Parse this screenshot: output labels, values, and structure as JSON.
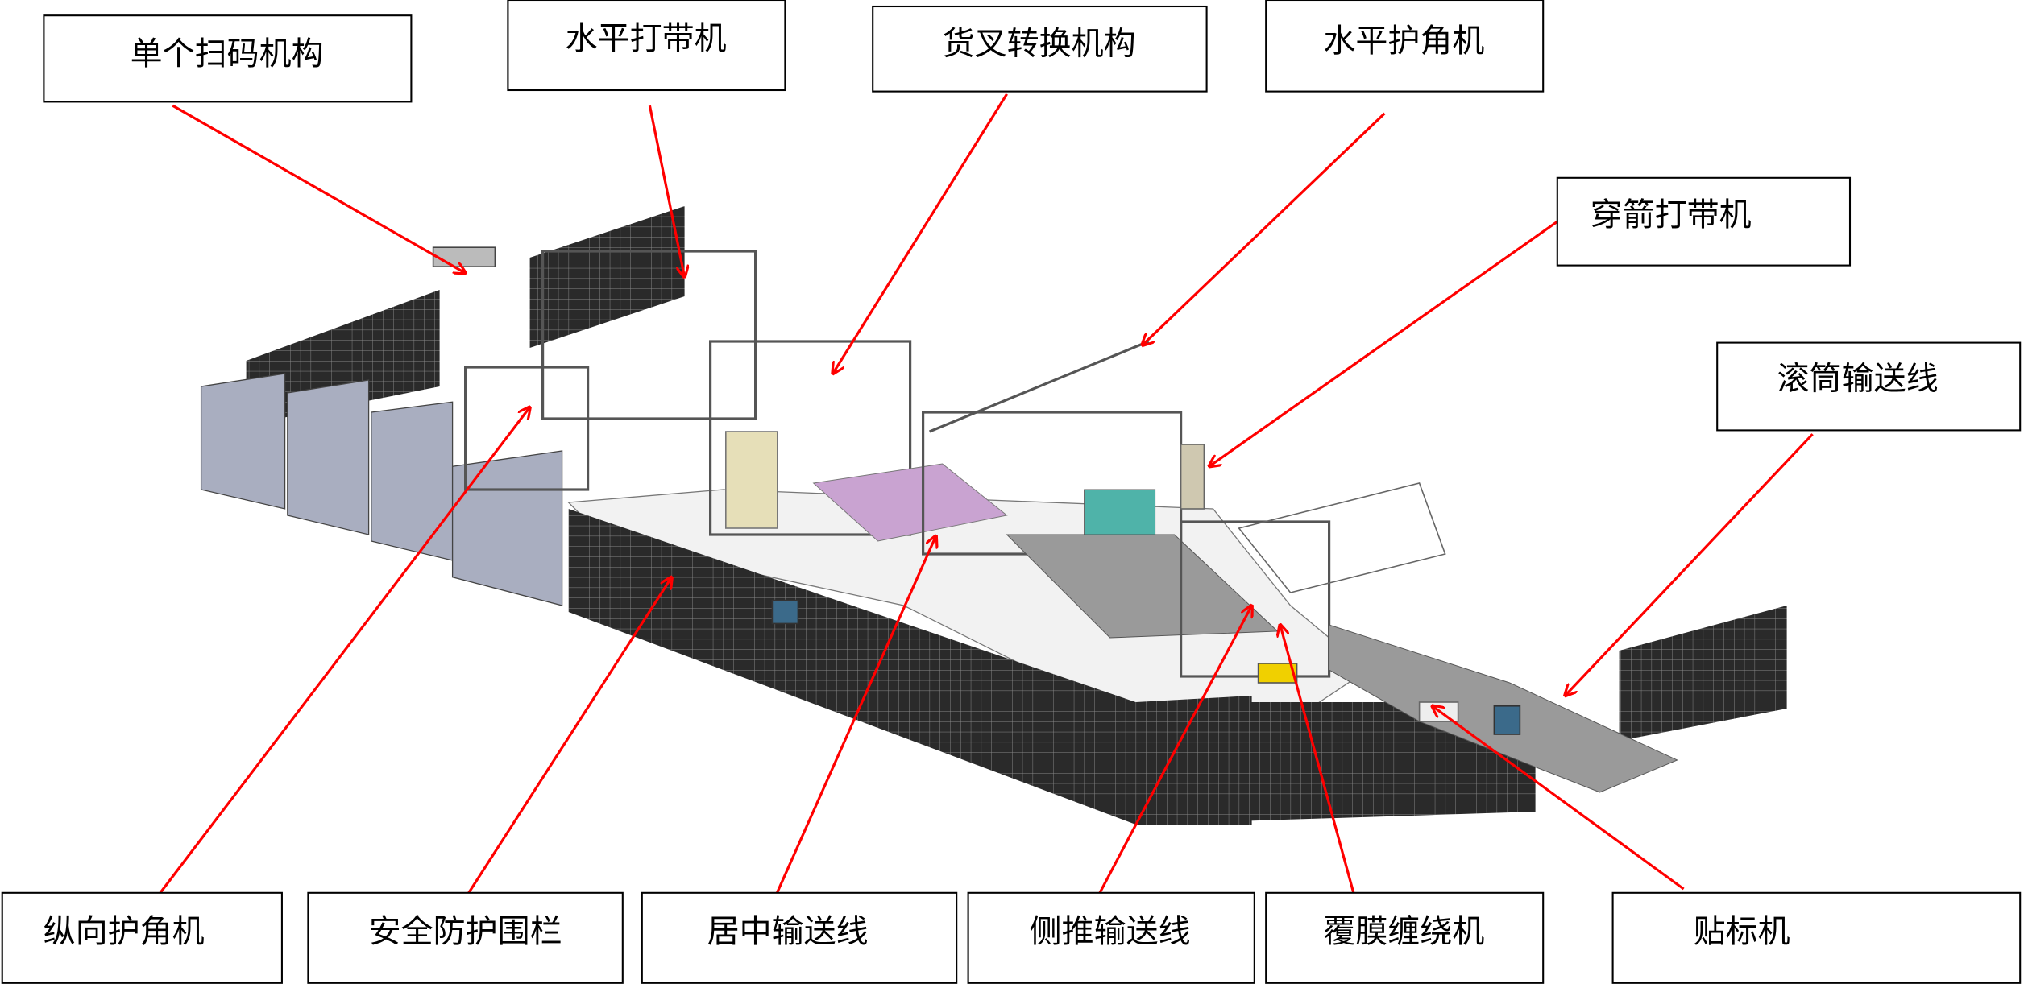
{
  "title": "自动化生产线设备布局示意图",
  "labels": {
    "single_scan": "单个扫码机构",
    "horizontal_strapper": "水平打带机",
    "fork_transfer": "货叉转换机构",
    "horizontal_corner": "水平护角机",
    "arrow_strapper": "穿箭打带机",
    "roller_conveyor": "滚筒输送线",
    "vertical_corner": "纵向护角机",
    "safety_fence": "安全防护围栏",
    "centering_conveyor": "居中输送线",
    "side_push_conveyor": "侧推输送线",
    "film_wrapper": "覆膜缠绕机",
    "labeler": "贴标机"
  },
  "colors": {
    "arrow": "#ff0000",
    "fence": "#2a2a2a",
    "cabinet": "#a9aec0"
  }
}
